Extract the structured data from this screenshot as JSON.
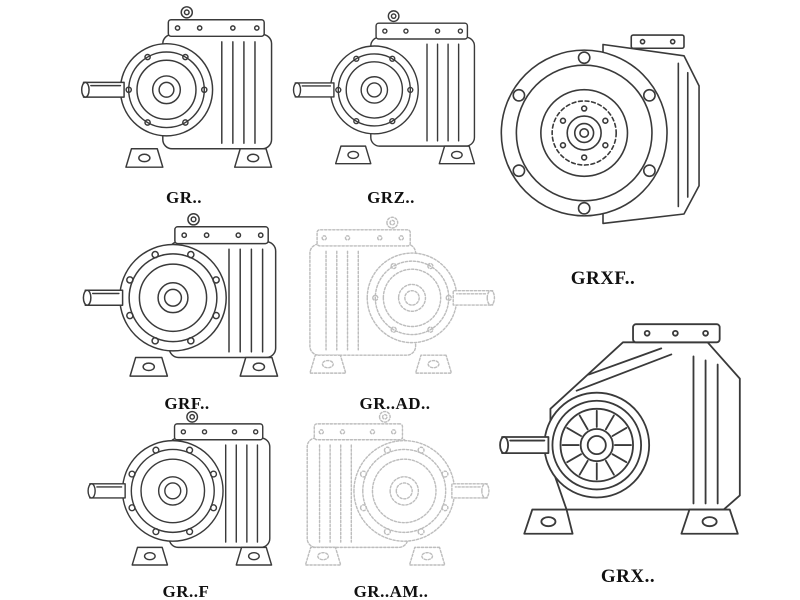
{
  "page": {
    "background": "#ffffff",
    "line_color": "#3a3a3a",
    "ghost_line_color": "#bdbdbd",
    "label_color": "#111111"
  },
  "catalog": {
    "items": [
      {
        "id": "gr",
        "label": "GR.."
      },
      {
        "id": "grz",
        "label": "GRZ.."
      },
      {
        "id": "grxf",
        "label": "GRXF.."
      },
      {
        "id": "grf",
        "label": "GRF.."
      },
      {
        "id": "grad",
        "label": "GR..AD.."
      },
      {
        "id": "grff",
        "label": "GR..F"
      },
      {
        "id": "gram",
        "label": "GR..AM.."
      },
      {
        "id": "grx",
        "label": "GRX.."
      }
    ]
  }
}
